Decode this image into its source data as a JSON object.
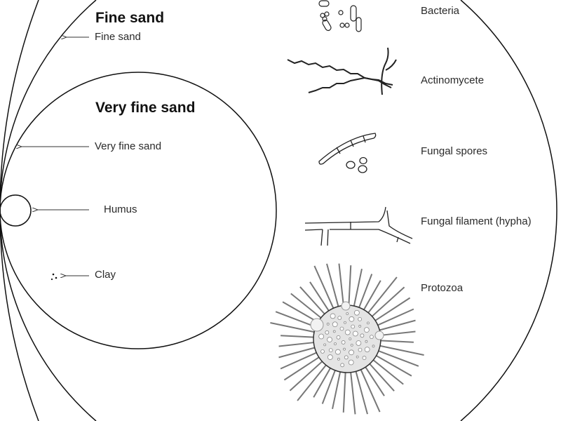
{
  "headings": {
    "fine_sand": "Fine sand",
    "very_fine_sand": "Very fine sand"
  },
  "labels": {
    "fine_sand": "Fine sand",
    "very_fine_sand": "Very fine sand",
    "humus": "Humus",
    "clay": "Clay"
  },
  "organisms": {
    "bacteria": "Bacteria",
    "actinomycete": "Actinomycete",
    "fungal_spores": "Fungal spores",
    "fungal_filament": "Fungal filament (hypha)",
    "protozoa": "Protozoa"
  }
}
